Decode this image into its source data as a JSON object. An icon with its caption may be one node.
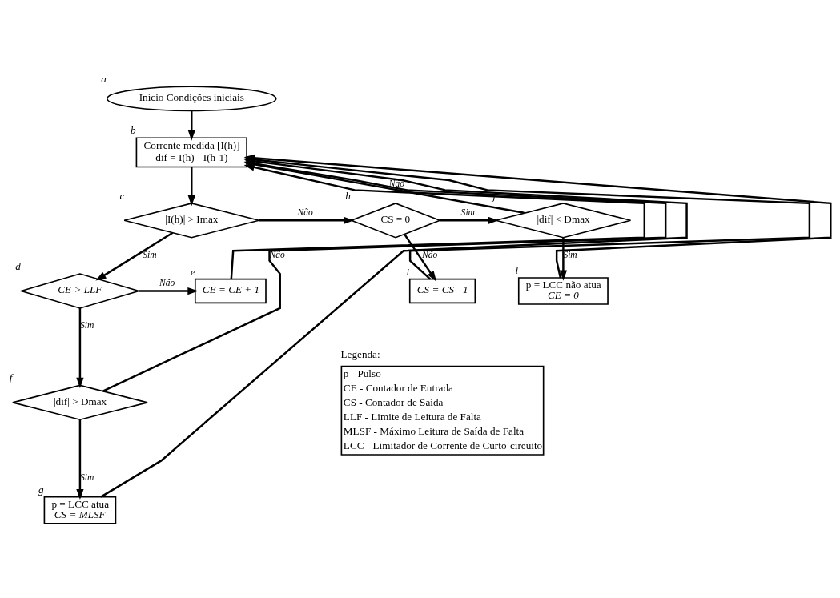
{
  "diagram": {
    "nodes": [
      {
        "text": [
          "Início Condições iniciais"
        ],
        "beside": [
          "a"
        ]
      },
      {
        "text": [
          "Corrente medida [I(h)]",
          "dif = I(h) - I(h-1)"
        ],
        "beside": [
          "b"
        ]
      },
      {
        "text": [
          "|I(h)| > Imax"
        ],
        "beside": [
          "c"
        ]
      },
      {
        "text": [
          "CE > LLF"
        ],
        "beside": [
          "d"
        ]
      },
      {
        "text": [
          "CE = CE + 1"
        ],
        "beside": [
          "e"
        ]
      },
      {
        "text": [
          "|dif| > Dmax"
        ],
        "beside": [
          "f"
        ]
      },
      {
        "text": [
          "p = LCC atua",
          "CS = MLSF"
        ],
        "beside": [
          "g"
        ]
      },
      {
        "text": [
          "CS = 0"
        ],
        "beside": [
          "h"
        ]
      },
      {
        "text": [
          "CS = CS - 1"
        ],
        "beside": [
          "i"
        ]
      },
      {
        "text": [
          "|dif| < Dmax"
        ],
        "beside": [
          "j"
        ]
      },
      {
        "text": [
          "p = LCC não atua",
          "CE = 0"
        ],
        "beside": [
          "l"
        ]
      }
    ],
    "edges": [
      {
        "from": 0,
        "to": 1,
        "arrow": "to"
      },
      {
        "from": 1,
        "to": 2,
        "arrow": "to"
      },
      {
        "from": 2,
        "to": 3,
        "arrow": "to",
        "label": "Sim"
      },
      {
        "from": 2,
        "to": 7,
        "arrow": "to",
        "label": "Não"
      },
      {
        "from": 3,
        "to": 4,
        "arrow": "to",
        "label": "Não"
      },
      {
        "from": 3,
        "to": 5,
        "arrow": "to",
        "label": "Sim"
      },
      {
        "from": 4,
        "to": 1,
        "arrow": "to"
      },
      {
        "from": 5,
        "to": 1,
        "arrow": "to",
        "label": "Não"
      },
      {
        "from": 5,
        "to": 6,
        "arrow": "to",
        "label": "Sim"
      },
      {
        "from": 6,
        "to": 1,
        "arrow": "to"
      },
      {
        "from": 7,
        "to": 9,
        "arrow": "to",
        "label": "Sim"
      },
      {
        "from": 7,
        "to": 8,
        "arrow": "to",
        "label": "Não"
      },
      {
        "from": 9,
        "to": 10,
        "arrow": "to",
        "label": "Sim"
      },
      {
        "from": 9,
        "to": 1,
        "arrow": "to",
        "label": "Não"
      },
      {
        "from": 8,
        "to": 1,
        "arrow": "to"
      },
      {
        "from": 10,
        "to": 1,
        "arrow": "to"
      }
    ],
    "labels": [
      "Legenda:"
    ],
    "legend": [
      {
        "text": "p - Pulso"
      },
      {
        "text": "CE - Contador de Entrada"
      },
      {
        "text": "CS - Contador de Saída"
      },
      {
        "text": "LLF - Limite de Leitura de Falta"
      },
      {
        "text": "MLSF - Máximo Leitura de Saída de Falta"
      },
      {
        "text": "LCC - Limitador de Corrente de Curto-circuito"
      }
    ]
  }
}
